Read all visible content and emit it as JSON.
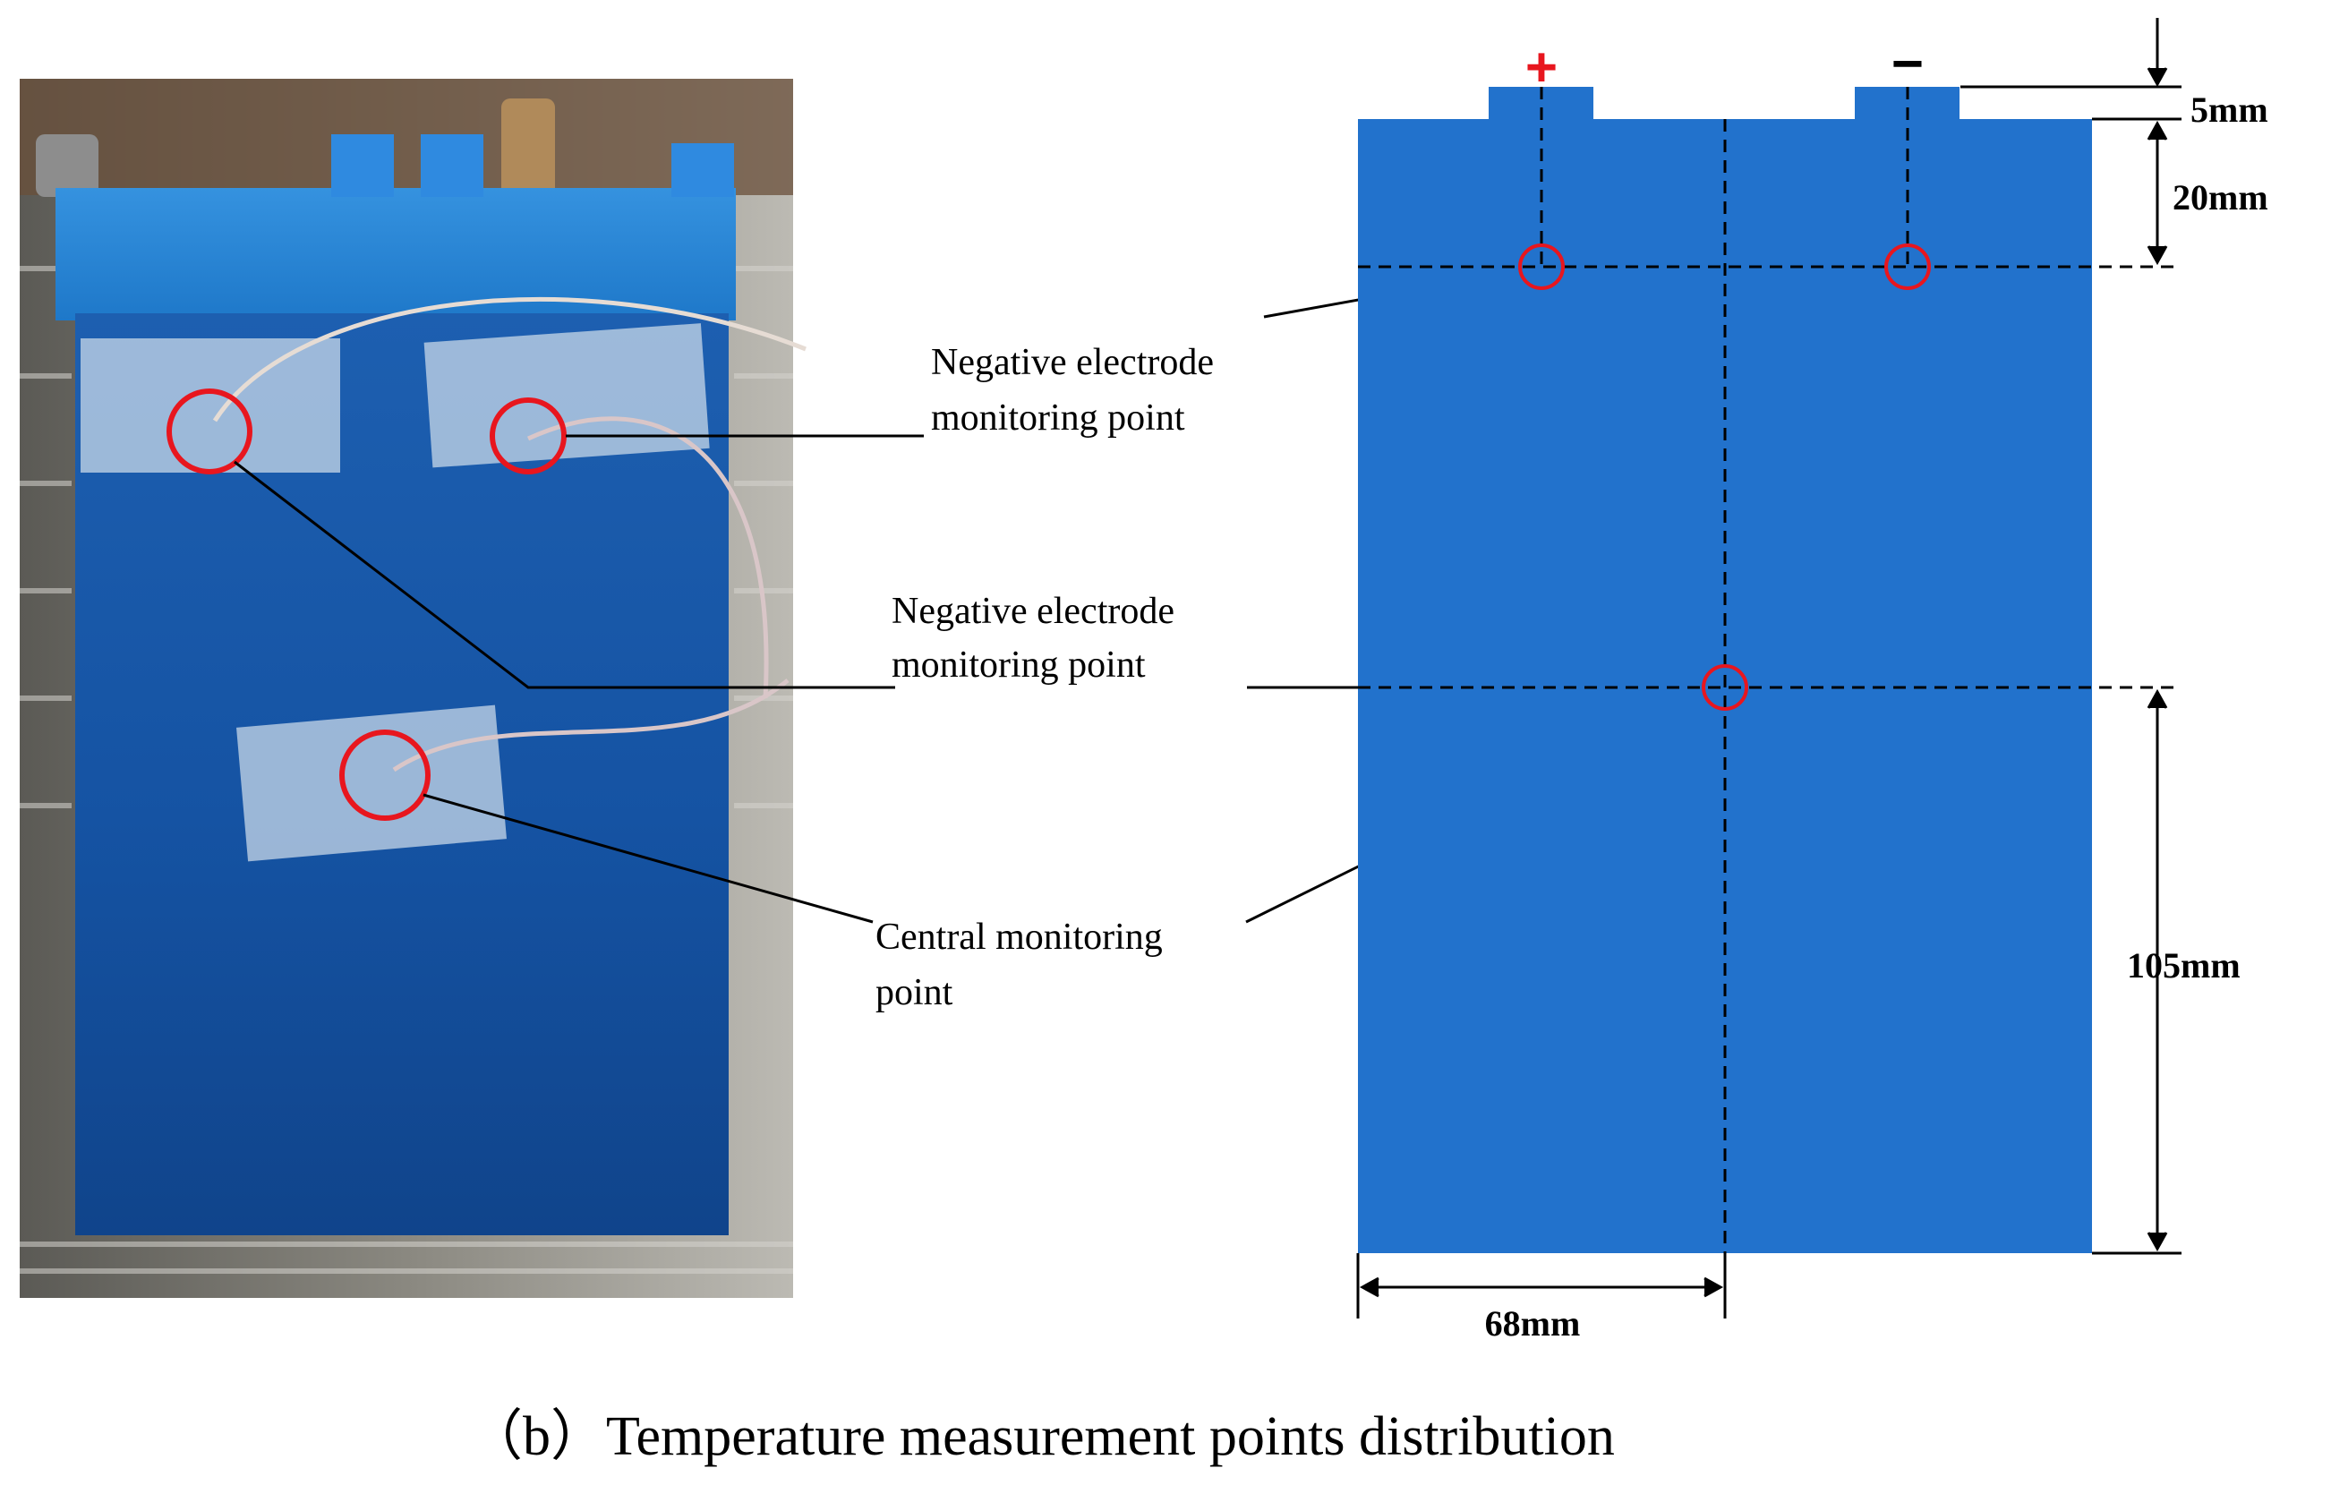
{
  "terminals": {
    "positive": "+",
    "negative": "−"
  },
  "labels": {
    "negative_electrode_1": [
      "Negative electrode",
      "monitoring point"
    ],
    "negative_electrode_2": [
      "Negative electrode",
      "monitoring point"
    ],
    "central": [
      "Central monitoring",
      "point"
    ]
  },
  "dimensions": {
    "terminal_height": "5mm",
    "terminal_to_point": "20mm",
    "center_to_bottom": "105mm",
    "edge_to_center": "68mm"
  },
  "caption": "（b）Temperature measurement points distribution",
  "colors": {
    "cell_blue": "#2272CC",
    "photo_cell_blue": "#1656A6",
    "photo_top_blue": "#2A8AD8",
    "marker_red": "#E8161E",
    "positive_red": "#E8161E"
  }
}
